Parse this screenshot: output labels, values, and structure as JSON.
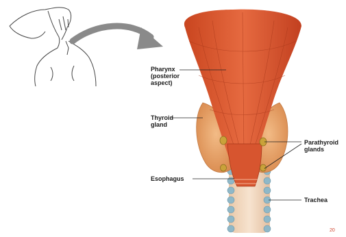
{
  "labels": {
    "pharynx": "Pharynx\n(posterior\naspect)",
    "thyroid": "Thyroid\ngland",
    "parathyroid": "Parathyroid\nglands",
    "esophagus": "Esophagus",
    "trachea": "Trachea"
  },
  "page_number": "20",
  "colors": {
    "muscle": "#e0603a",
    "muscle_dark": "#b83a1e",
    "thyroid": "#e9a46a",
    "parathyroid": "#c9a23a",
    "cartilage": "#8fb8c8",
    "leader": "#222222"
  }
}
